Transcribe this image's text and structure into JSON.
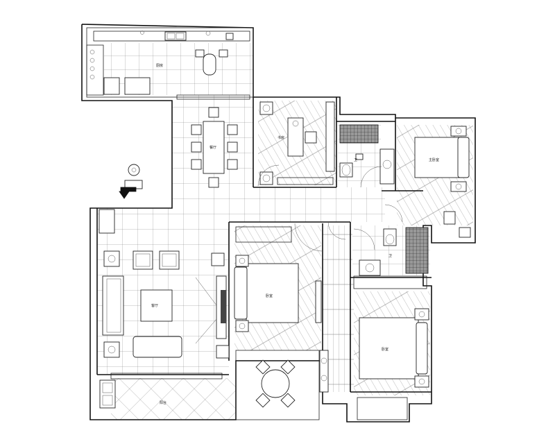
{
  "room_labels": {
    "kitchen": "厨房",
    "dining": "餐厅",
    "study": "书房",
    "master_bedroom": "主卧室",
    "living_room": "客厅",
    "bedroom_2": "卧室",
    "bedroom_3": "卧室",
    "bath_a": "卫",
    "bath_b": "卫",
    "balcony": "阳台"
  },
  "colors": {
    "line": "#111111",
    "paper": "#ffffff",
    "fill_dark": "#444444"
  },
  "icons": [
    "entrance-arrow-icon",
    "plant-icon",
    "stool-icon",
    "sink-icon",
    "toilet-icon"
  ]
}
